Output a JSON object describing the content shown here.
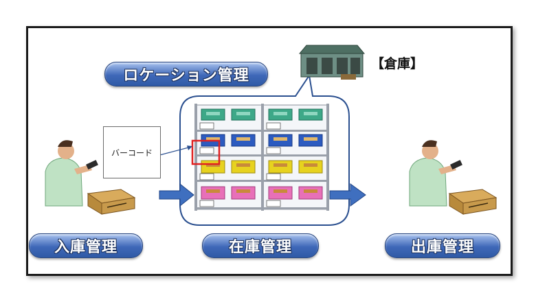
{
  "labels": {
    "location_management": "ロケーション管理",
    "warehouse": "【倉庫】",
    "barcode": "バーコード",
    "receiving": "入庫管理",
    "inventory": "在庫管理",
    "shipping": "出庫管理"
  },
  "colors": {
    "pill_blue": "#3f68b8",
    "arrow_blue": "#3f6fbf",
    "highlight_red": "#e02020",
    "crate_green": "#3da888",
    "crate_blue": "#2c5bc0",
    "crate_yellow": "#e7d21f",
    "crate_pink": "#e870b8",
    "box_brown": "#b88a3c"
  },
  "icons": [
    "warehouse-icon",
    "worker-scanner-icon",
    "cardboard-box-icon",
    "barcode-tag-icon",
    "arrow-right-icon"
  ]
}
